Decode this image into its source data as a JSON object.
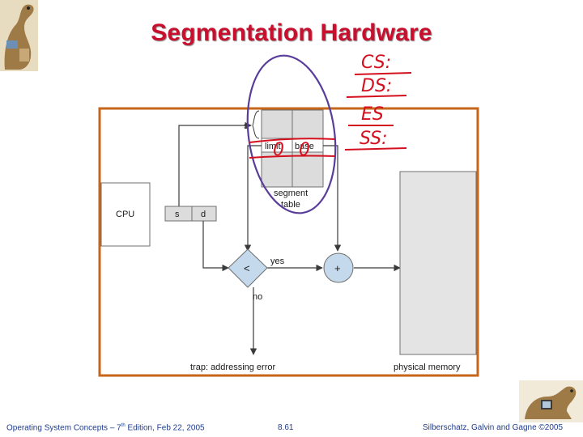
{
  "slide": {
    "title": "Segmentation Hardware",
    "footer_left_pre": "Operating System Concepts – 7",
    "footer_left_sup": "th",
    "footer_left_post": " Edition, Feb 22, 2005",
    "footer_center": "8.61",
    "footer_right": "Silberschatz, Galvin and Gagne ©2005"
  },
  "diagram": {
    "cpu": "CPU",
    "addr_s": "s",
    "addr_d": "d",
    "seg_brace": "s",
    "limit": "limit",
    "base": "base",
    "seg_table_1": "segment",
    "seg_table_2": "table",
    "compare": "<",
    "add": "+",
    "yes": "yes",
    "no": "no",
    "trap": "trap: addressing error",
    "physical_memory": "physical memory",
    "colors": {
      "frame": "#c6661b",
      "cell": "#dcdcdc",
      "comparator": "#c5d9ec",
      "annotation": "#d4101f",
      "circle": "#5a3d9a"
    }
  },
  "annotations": {
    "cs": "CS:",
    "ds": "DS:",
    "es": "ES",
    "ss": "SS:",
    "zero_1": "0",
    "zero_2": "0"
  }
}
